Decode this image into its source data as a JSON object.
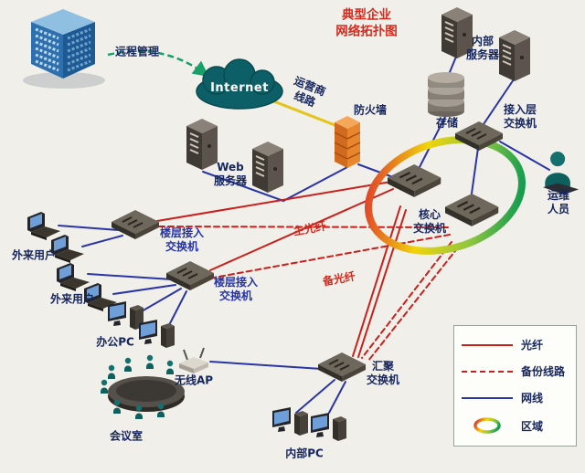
{
  "title": {
    "text": "典型企业\n网络拓扑图"
  },
  "labels": {
    "remote_mgmt": "远程管理",
    "internet": "Internet",
    "carrier_line": "运营商\n线路",
    "firewall": "防火墙",
    "web_server": "Web\n服务器",
    "internal_server": "内部\n服务器",
    "storage": "存储",
    "access_switch": "接入层\n交换机",
    "ops_staff": "运维人员",
    "core_switch": "核心\n交换机",
    "floor_switch_1": "楼层接入\n交换机",
    "floor_switch_2": "楼层接入\n交换机",
    "external_users_1": "外来用户",
    "external_users_2": "外来用户",
    "office_pc": "办公PC",
    "wireless_ap": "无线AP",
    "meeting_room": "会议室",
    "agg_switch": "汇聚\n交换机",
    "internal_pc": "内部PC",
    "main_fiber": "主光纤",
    "backup_fiber": "备光纤"
  },
  "legend": {
    "items": [
      {
        "label": "光纤",
        "type": "fiber"
      },
      {
        "label": "备份线路",
        "type": "backup"
      },
      {
        "label": "网线",
        "type": "cable"
      },
      {
        "label": "区域",
        "type": "zone"
      }
    ]
  },
  "colors": {
    "fiber_red": "#c8201c",
    "network_cable_blue": "#2a35a5",
    "carrier_yellow": "#e3c418",
    "remote_arrow_green": "#18a06a",
    "title_red": "#d42a1e",
    "label_navy": "#15255e",
    "floor_label_blue": "#2433a8",
    "background": "#f1efe9"
  }
}
